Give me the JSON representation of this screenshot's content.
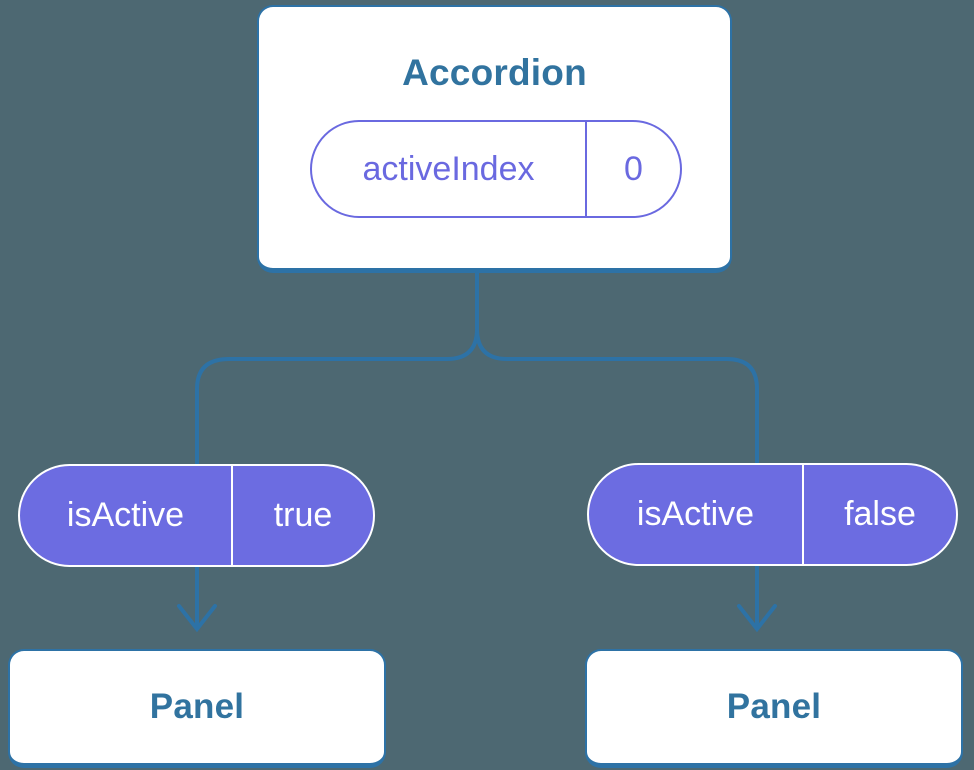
{
  "diagram": {
    "colors": {
      "background": "#4d6872",
      "connector_line": "#2d72a6",
      "card_border": "#2d72a6",
      "label_text": "#31739f",
      "pill_outline_purple": "#6a69e0",
      "pill_fill_purple": "#6c6ce1",
      "pill_text_white": "#ffffff",
      "card_background": "#ffffff"
    },
    "accordion": {
      "title": "Accordion",
      "state": {
        "name": "activeIndex",
        "value": "0"
      }
    },
    "props": [
      {
        "name": "isActive",
        "value": "true"
      },
      {
        "name": "isActive",
        "value": "false"
      }
    ],
    "panels": [
      {
        "title": "Panel"
      },
      {
        "title": "Panel"
      }
    ]
  }
}
